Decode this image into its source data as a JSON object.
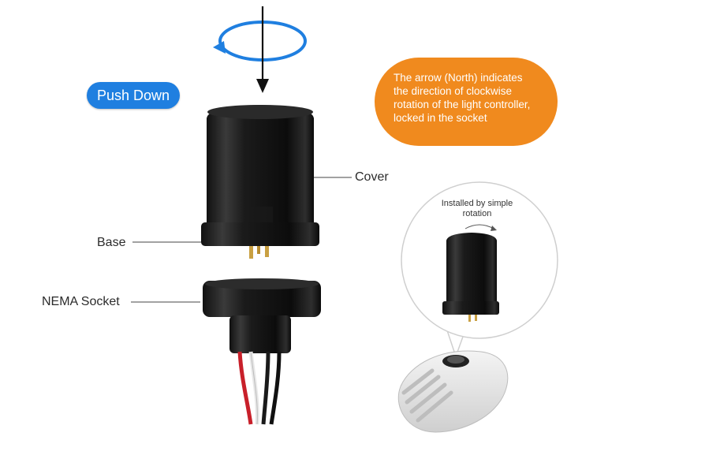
{
  "push_label": "Push Down",
  "callout": {
    "lines": [
      "The arrow (North) indicates",
      "the direction of clockwise",
      "rotation of the light controller,",
      "locked in the socket"
    ]
  },
  "labels": {
    "cover": "Cover",
    "base": "Base",
    "nema_socket": "NEMA Socket"
  },
  "installed": {
    "lines": [
      "Installed by simple",
      "rotation"
    ]
  },
  "colors": {
    "push_button": "#1f7fe0",
    "callout": "#f08a1e",
    "rotation_arrow": "#1f7fe0",
    "wire_red": "#c8202a",
    "wire_white": "#e8e8e8",
    "wire_black": "#1a1a1a"
  }
}
